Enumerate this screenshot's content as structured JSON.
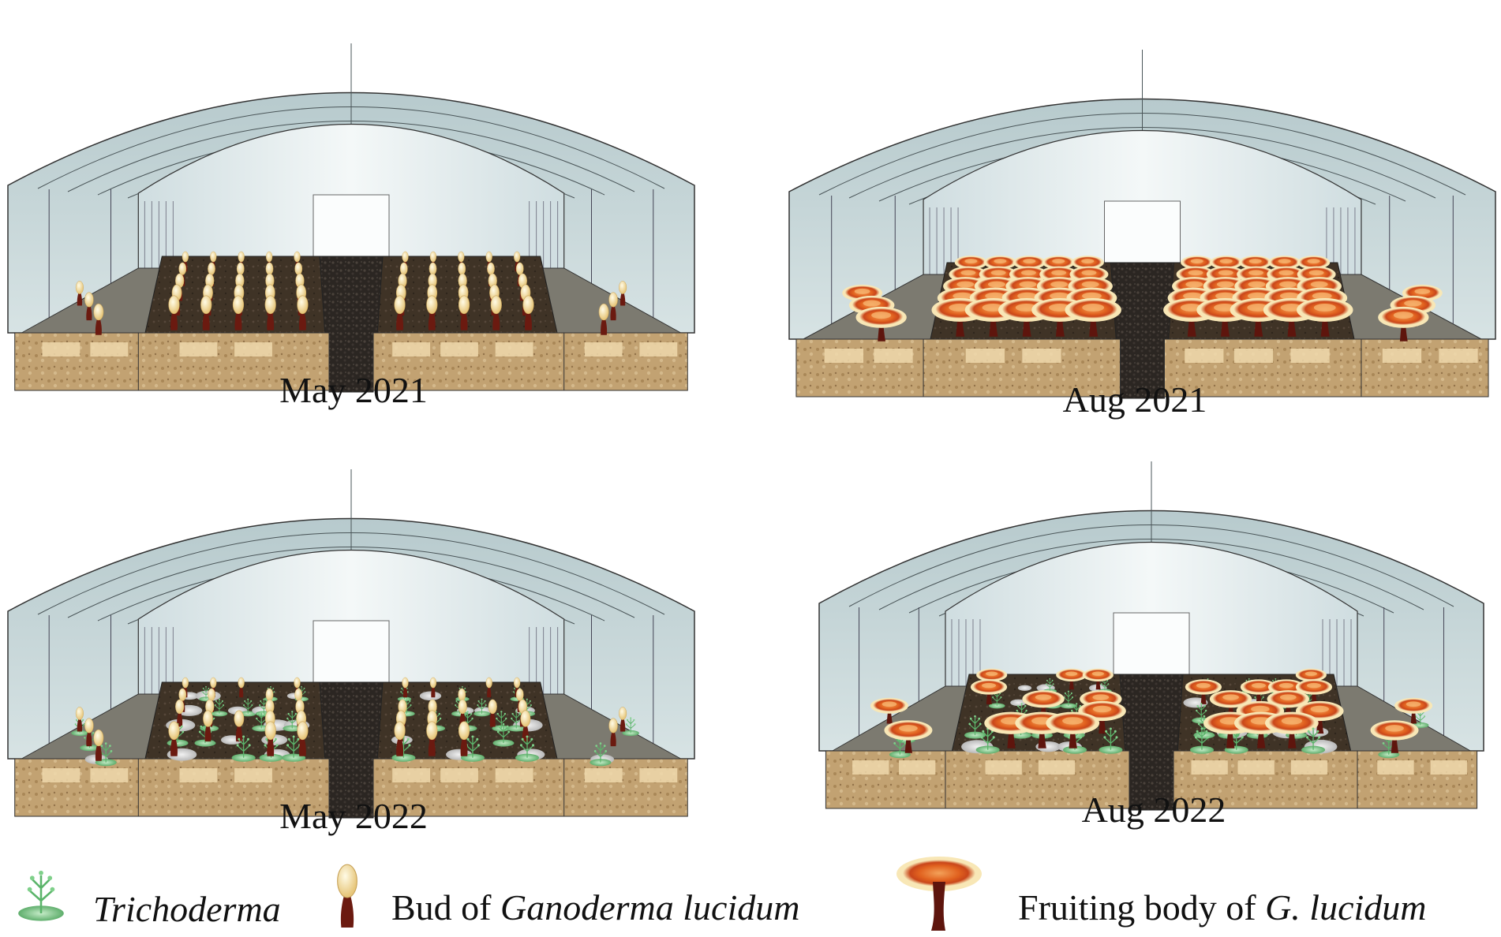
{
  "panels": [
    {
      "caption": "May 2021",
      "stage": "bud",
      "trichoderma": false
    },
    {
      "caption": "Aug 2021",
      "stage": "fruiting",
      "trichoderma": false
    },
    {
      "caption": "May 2022",
      "stage": "bud",
      "trichoderma": true
    },
    {
      "caption": "Aug 2022",
      "stage": "fruiting-sparse",
      "trichoderma": true
    }
  ],
  "legend": {
    "trichoderma": {
      "label": "Trichoderma"
    },
    "bud": {
      "label_prefix": "Bud of ",
      "label_italic": "Ganoderma lucidum"
    },
    "fruiting": {
      "label_prefix": "Fruiting body of ",
      "label_italic": "G. lucidum"
    }
  },
  "colors": {
    "greenhouse_glass": "#c9d8dc",
    "greenhouse_back": "#dfe9ea",
    "soil": "#3f3326",
    "path": "#2c2824",
    "base": "#c8a97a",
    "cap_orange": "#e9742b",
    "cap_rim": "#f7e6b0",
    "stem": "#6b1a10",
    "bud_tip": "#f3e1a6",
    "trichoderma_green": "#7fbf86",
    "trichoderma_spore": "#d8d8d8"
  }
}
